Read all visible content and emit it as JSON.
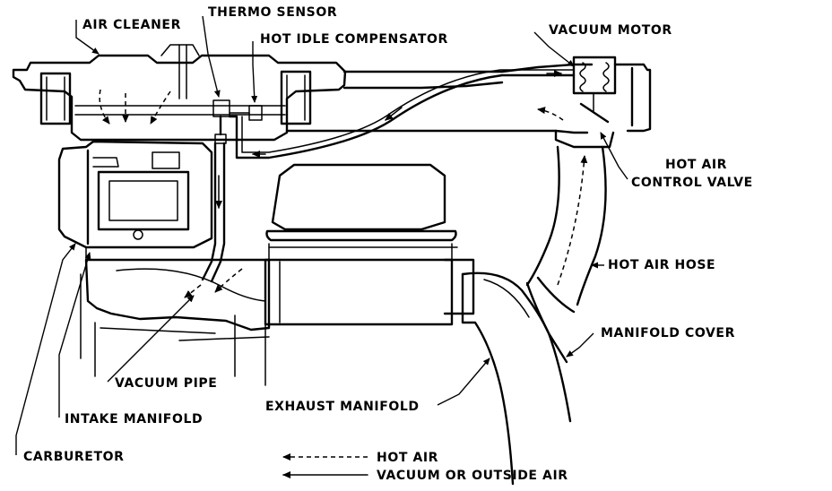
{
  "labels": {
    "air_cleaner": "AIR CLEANER",
    "thermo_sensor": "THERMO SENSOR",
    "hot_idle_compensator": "HOT IDLE COMPENSATOR",
    "vacuum_motor": "VACUUM MOTOR",
    "hot_air_control_valve_line1": "HOT AIR",
    "hot_air_control_valve_line2": "CONTROL VALVE",
    "hot_air_hose": "HOT AIR HOSE",
    "manifold_cover": "MANIFOLD COVER",
    "vacuum_pipe": "VACUUM PIPE",
    "intake_manifold": "INTAKE MANIFOLD",
    "exhaust_manifold": "EXHAUST MANIFOLD",
    "carburetor": "CARBURETOR"
  },
  "legend": {
    "hot_air": "HOT AIR",
    "vacuum_or_outside_air": "VACUUM OR OUTSIDE AIR"
  }
}
